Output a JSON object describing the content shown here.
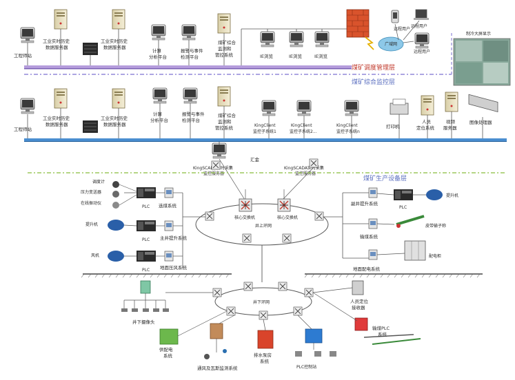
{
  "layers": {
    "dispatch": "煤矿调度管理层",
    "monitor": "煤矿综合监控层",
    "production": "煤矿生产设备层"
  },
  "top": {
    "workstation": "工程师站",
    "rt_server1": "工业实时历史",
    "rt_server1b": "数据服务器",
    "rt_server2": "工业实时历史",
    "rt_server2b": "数据服务器",
    "calc1": "计算",
    "calc1b": "分析平台",
    "alarm1": "报警与事件",
    "alarm1b": "检测平台",
    "integ1": "煤矿综合",
    "integ1b": "监测和",
    "integ1c": "管控系统",
    "web1": "IE浏览",
    "web2": "IE浏览",
    "web3": "IE浏览",
    "remote1": "远程用户",
    "remote2": "远程用户",
    "remote3": "远程用户",
    "internet": "广域网",
    "big_screen": "制冷大屏显示"
  },
  "mid": {
    "workstation": "工程师站",
    "rt_server1": "工业实时历史",
    "rt_server1b": "数据服务器",
    "rt_server2": "工业实时历史",
    "rt_server2b": "数据服务器",
    "calc": "计算",
    "calcb": "分析平台",
    "alarm": "报警与事件",
    "alarmb": "检测平台",
    "integ": "煤矿综合",
    "integb": "监测和",
    "integc": "管控系统",
    "kc1": "KingClient",
    "kc1b": "监控子系统1",
    "kc2": "KingClient",
    "kc2b": "监控子系统2...",
    "kc3": "KingClient",
    "kc3b": "监控子系统n",
    "printer": "打印机",
    "person": "人员",
    "personb": "定位系统",
    "video": "视频",
    "videob": "服务器",
    "image": "图像处理器",
    "switch_label": "汇金",
    "scada1": "KingSCADA实时采集",
    "scada1b": "监控服务器",
    "scada2": "KingSCADA实时采集",
    "scada2b": "监控服务器"
  },
  "prod": {
    "left_devices": [
      "调度计",
      "压力变送器",
      "在线振动仪",
      "提升机",
      "风机"
    ],
    "plc": "PLC",
    "sys_select": "选煤系统",
    "sys_hoist": "主井提升系统",
    "sys_fan": "地面压风系统",
    "ring1": "核心交换机",
    "ring2": "井上环网",
    "ring3": "核心交换机",
    "sys_aux_hoist": "副井提升系统",
    "sys_coal": "输煤系统",
    "sys_power": "地面配电系统",
    "dev_hoist": "提升机",
    "dev_belt": "皮带输子称",
    "dev_cab": "配电柜",
    "ring_down": "井下环网",
    "cam": "井下摄像头",
    "locate": "人员定位",
    "locateb": "接收器",
    "coal_plc": "输煤PLC",
    "coal_plcb": "系统",
    "power_sys": "供配电",
    "power_sysb": "系统",
    "vent": "通风及瓦斯监测系统",
    "drain": "排水泵房",
    "drainb": "系统",
    "plc_ctrl": "PLC控制站"
  },
  "colors": {
    "bus_blue": "#3f83c7",
    "bus_purple": "#a58ad6",
    "dash_purple": "#7b6fd0",
    "dash_green": "#9bc75b",
    "label_red": "#c0392b",
    "label_blue": "#5b6fc0"
  }
}
